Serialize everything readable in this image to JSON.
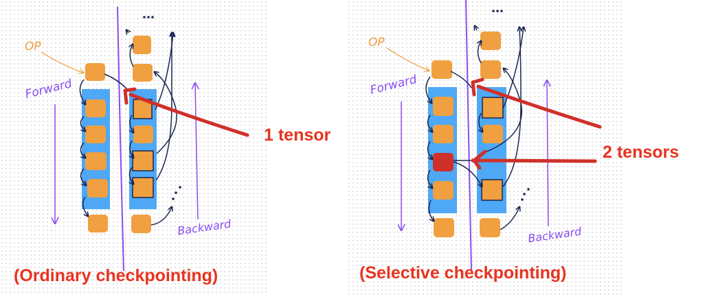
{
  "colors": {
    "op_fill": "#f0a040",
    "saved_op_fill": "#d0302a",
    "block_fill": "#4fa8f5",
    "arrow_dark": "#1a2550",
    "purple": "#8a4cf0",
    "highlight_red": "#d0302a",
    "label_red": "#e8331f"
  },
  "panels": [
    {
      "id": "ordinary",
      "op_label": "OP",
      "forward_label": "Forward",
      "backward_label": "Backward",
      "ellipsis_top": "...",
      "callout": "1 tensor",
      "caption": "(Ordinary checkpointing)"
    },
    {
      "id": "selective",
      "op_label": "OP",
      "forward_label": "Forward",
      "backward_label": "Backward",
      "ellipsis_top": "...",
      "callout": "2 tensors",
      "caption": "(Selective checkpointing)"
    }
  ]
}
